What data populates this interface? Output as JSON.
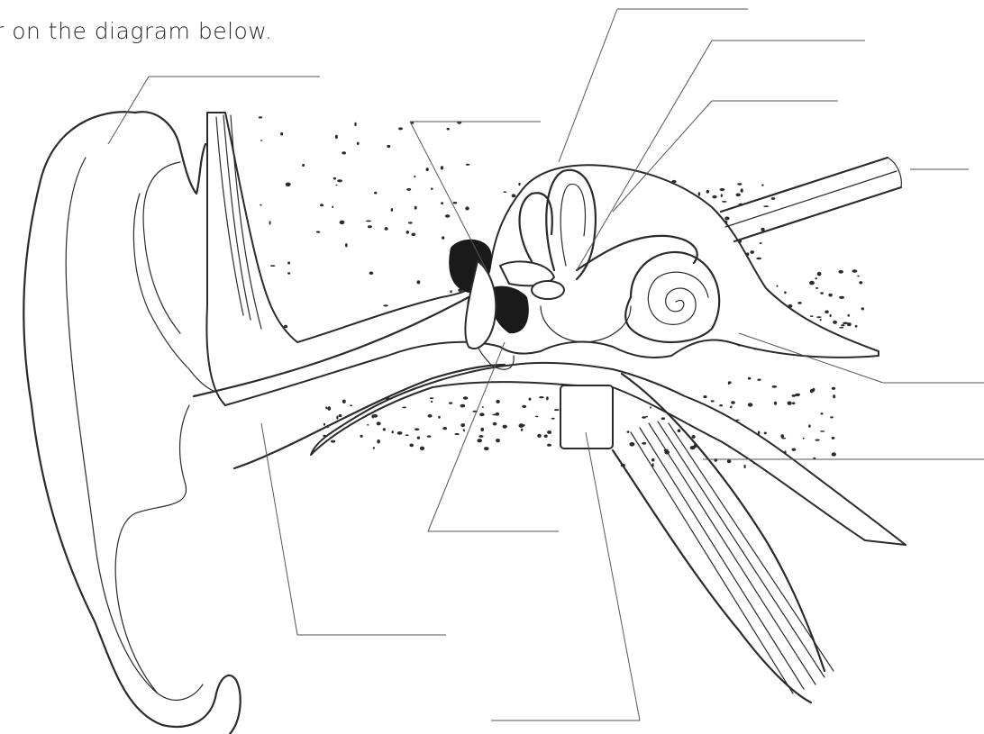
{
  "instruction_text": "r on the diagram below.",
  "labels": [
    {
      "name": "pinna-label-blank",
      "value": ""
    },
    {
      "name": "ear-canal-label-blank",
      "value": ""
    },
    {
      "name": "eardrum-label-blank",
      "value": ""
    },
    {
      "name": "hammer-label-blank",
      "value": ""
    },
    {
      "name": "anvil-label-blank",
      "value": ""
    },
    {
      "name": "stirrup-label-blank",
      "value": ""
    },
    {
      "name": "semicircular-canals-label-blank",
      "value": ""
    },
    {
      "name": "auditory-nerve-label-blank",
      "value": ""
    },
    {
      "name": "cochlea-label-blank",
      "value": ""
    },
    {
      "name": "eustachian-tube-label-blank",
      "value": ""
    },
    {
      "name": "oval-window-label-blank",
      "value": ""
    },
    {
      "name": "middle-ear-label-blank",
      "value": ""
    }
  ]
}
